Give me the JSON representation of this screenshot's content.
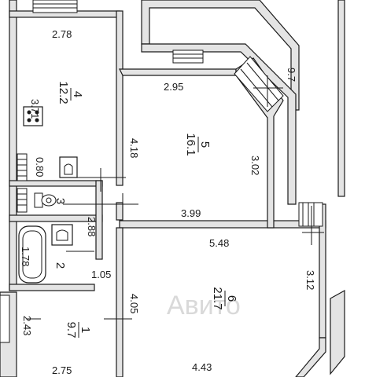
{
  "floorplan": {
    "wall_color": "#e4e4e4",
    "line_color": "#1a1a1a",
    "background": "#ffffff",
    "rooms": [
      {
        "number": "4",
        "area": "12.2"
      },
      {
        "number": "5",
        "area": "16.1"
      },
      {
        "number": "3",
        "area": ""
      },
      {
        "number": "2",
        "area": ""
      },
      {
        "number": "6",
        "area": "21.7"
      },
      {
        "number": "1",
        "area": "9.7"
      }
    ],
    "dimensions": [
      "2.78",
      "3.71",
      "0.80",
      "2.95",
      "4.18",
      "3.02",
      "9.7",
      "3.99",
      "2.88",
      "1.78",
      "1.05",
      "5.48",
      "3.12",
      "4.05",
      "2.43",
      "2.75",
      "4.43"
    ],
    "icons": [
      "stove-icon",
      "toilet-icon",
      "sink-icon",
      "bathtub-icon",
      "radiator-icon"
    ],
    "watermark": "Авито"
  }
}
